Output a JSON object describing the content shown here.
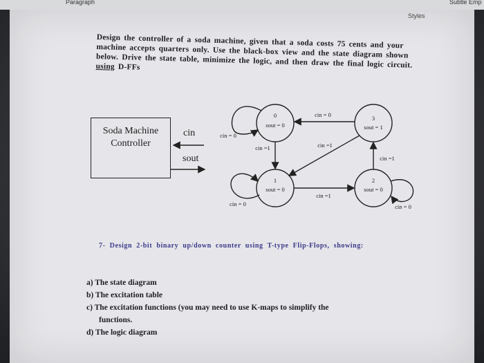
{
  "app": {
    "tab_styles": "Styles",
    "tab_paragraph": "Paragraph",
    "tab_subtle": "Subtle Emp"
  },
  "problem": {
    "text_before_link": "Design the controller of a soda machine, given that a soda costs 75 cents and your machine accepts quarters only. Use the black-box view and the state diagram shown below. Drive the state table, minimize the logic, and then draw the final logic circuit.",
    "link": "using",
    "text_after_link": "D-FFs"
  },
  "blackbox": {
    "title": "Soda Machine\nController",
    "input": "cin",
    "output": "sout"
  },
  "state_diagram": {
    "states": [
      {
        "id": "0",
        "output": "sout = 0"
      },
      {
        "id": "1",
        "output": "sout = 0"
      },
      {
        "id": "2",
        "output": "sout = 0"
      },
      {
        "id": "3",
        "output": "sout = 1"
      }
    ],
    "transitions": {
      "s0_self": "cin = 0",
      "s3_to_s0": "cin = 0",
      "s0_to_s1": "cin =1",
      "s3_to_s1": "cin =1",
      "s3_self": "cin =1",
      "s1_to_s2": "cin =1",
      "s1_self": "cin = 0",
      "s2_self": "cin = 0"
    }
  },
  "question7": {
    "title": "7- Design 2-bit binary up/down counter using T-type Flip-Flops, showing:",
    "items": [
      "a) The state diagram",
      "b) The excitation table",
      "c) The excitation functions (you may need to use K-maps to simplify the",
      "functions.",
      "d) The logic diagram"
    ]
  }
}
